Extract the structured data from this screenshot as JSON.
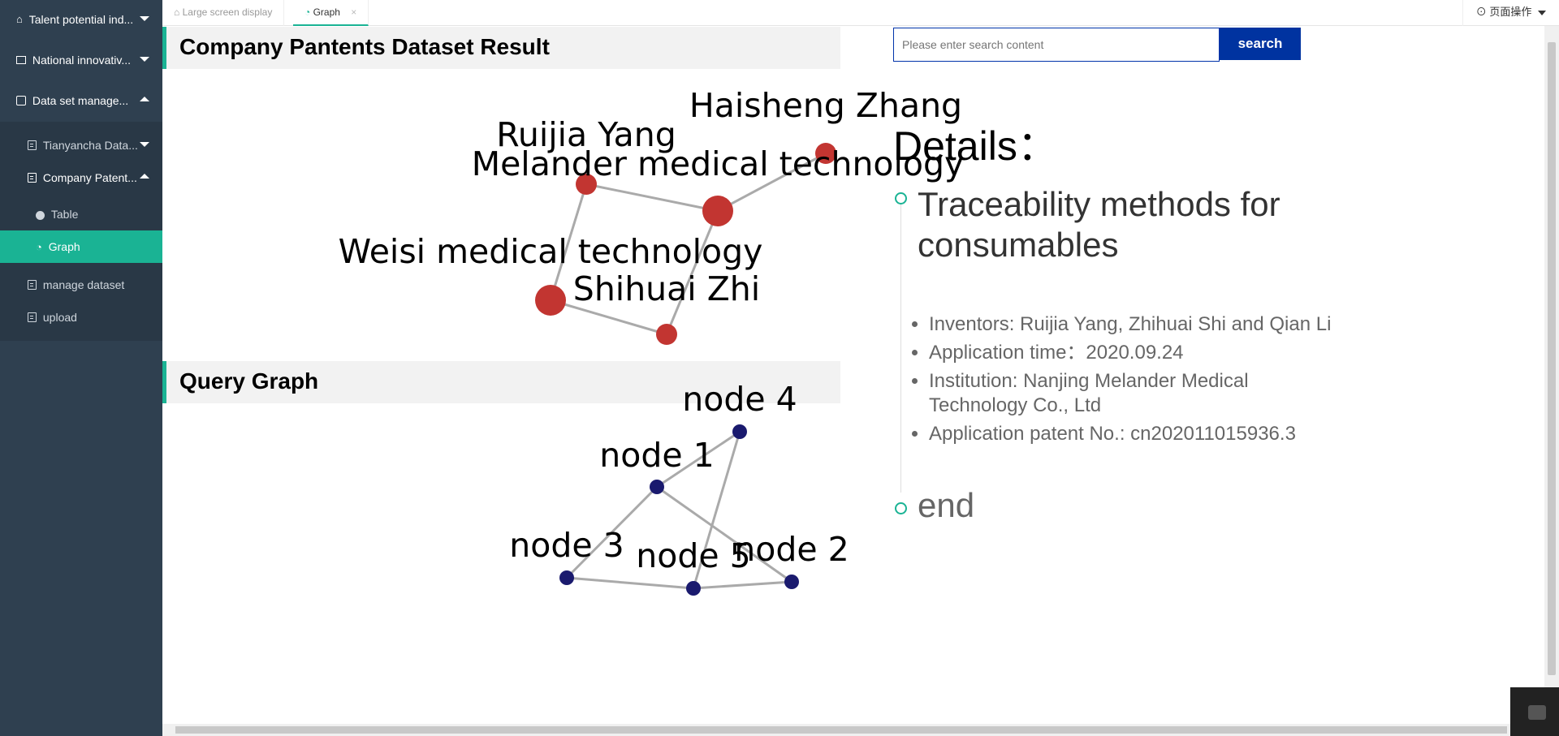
{
  "sidebar": {
    "groups": [
      {
        "label": "Talent potential ind...",
        "icon": "home-icon",
        "expanded": false
      },
      {
        "label": "National innovativ...",
        "icon": "window-icon",
        "expanded": false
      },
      {
        "label": "Data set manage...",
        "icon": "dataset-icon",
        "expanded": true
      }
    ],
    "subitems": [
      {
        "label": "Tianyancha Data...",
        "icon": "file-icon",
        "expanded": false
      },
      {
        "label": "Company Patent...",
        "icon": "file-icon",
        "expanded": true
      }
    ],
    "leaves": [
      {
        "label": "Table",
        "icon": "circle-icon"
      },
      {
        "label": "Graph",
        "icon": "dashboard-icon",
        "active": true
      }
    ],
    "extra": [
      {
        "label": "manage dataset",
        "icon": "file-icon"
      },
      {
        "label": "upload",
        "icon": "file-icon"
      }
    ]
  },
  "tabs": [
    {
      "label": "Large screen display",
      "icon": "home-icon",
      "active": false
    },
    {
      "label": "Graph",
      "icon": "dashboard-icon",
      "active": true,
      "close": "×"
    }
  ],
  "page_ops": {
    "label": "页面操作"
  },
  "result": {
    "title": "Company Pantents Dataset Result",
    "nodes": [
      {
        "label": "Haisheng Zhang"
      },
      {
        "label": "Ruijia Yang"
      },
      {
        "label": "Melander medical technology"
      },
      {
        "label": "Weisi medical technology"
      },
      {
        "label": "Shihuai Zhi"
      }
    ],
    "node_color": "#c23531"
  },
  "query": {
    "title": "Query Graph",
    "nodes": [
      {
        "label": "node 4"
      },
      {
        "label": "node 1"
      },
      {
        "label": "node 3"
      },
      {
        "label": "node 5"
      },
      {
        "label": "node 2"
      }
    ],
    "node_color": "#1a1a6e"
  },
  "search": {
    "placeholder": "Please enter search content",
    "button": "search"
  },
  "details": {
    "title": "Details：",
    "heading": "Traceability methods for consumables",
    "items": [
      "Inventors: Ruijia Yang, Zhihuai Shi and Qian Li",
      "Application time：2020.09.24",
      "Institution: Nanjing Melander Medical Technology Co., Ltd",
      "Application patent No.: cn202011015936.3"
    ],
    "end": "end"
  },
  "colors": {
    "accent": "#1ab394",
    "sidebar": "#2f4050",
    "button": "#0033a0",
    "edge": "#aaaaaa"
  }
}
